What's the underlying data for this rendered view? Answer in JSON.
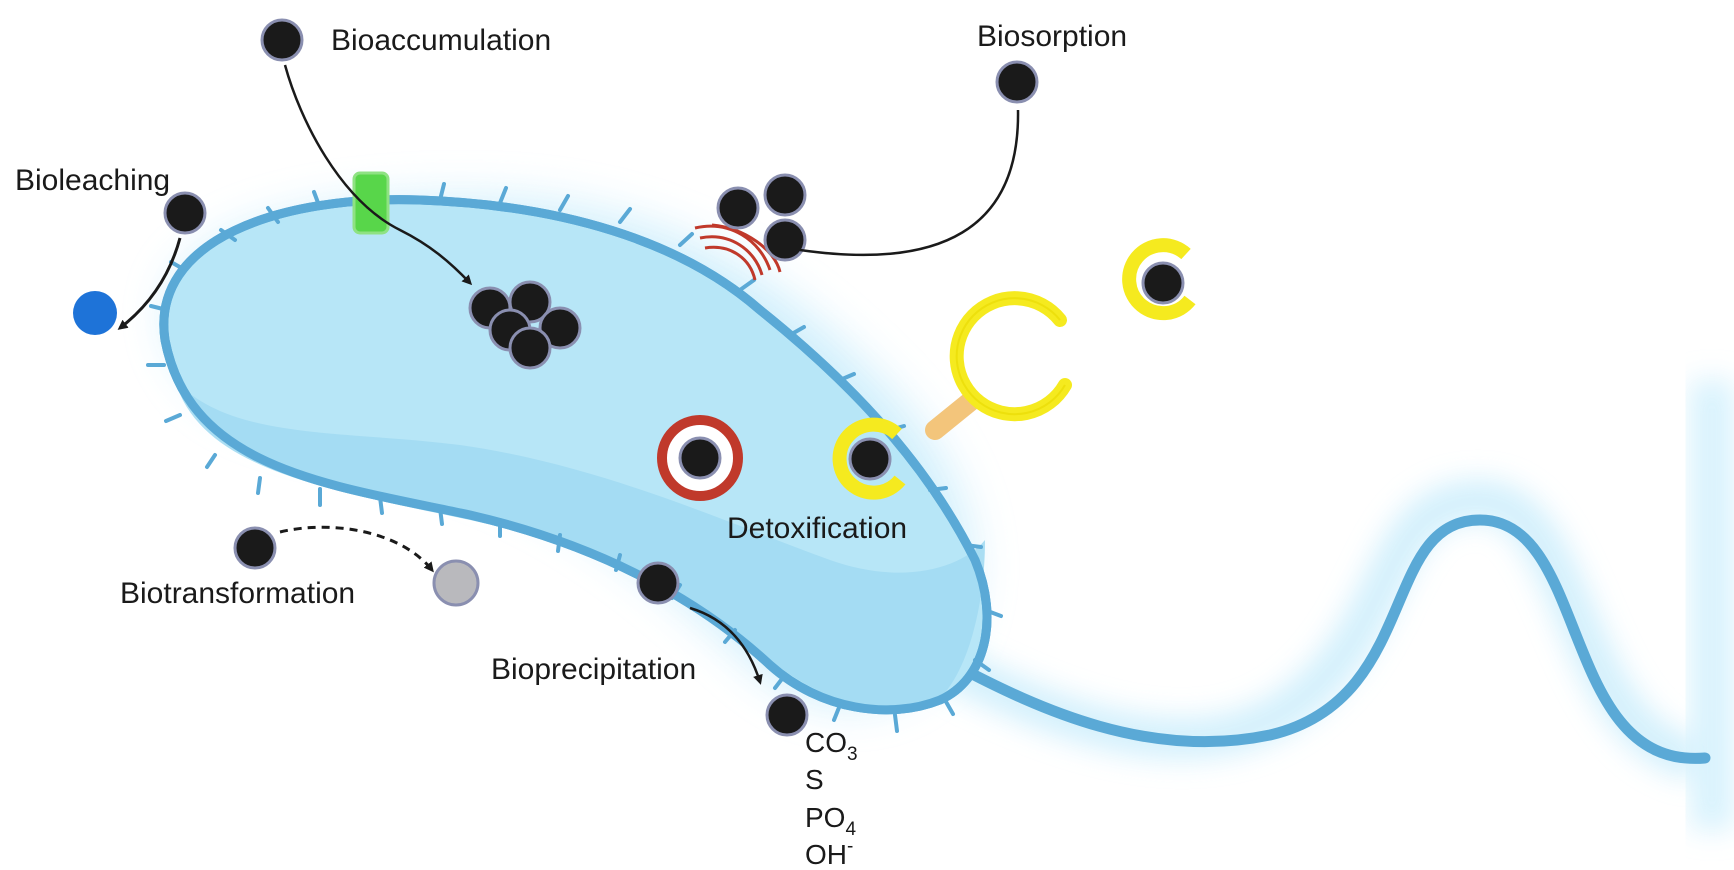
{
  "labels": {
    "bioaccumulation": "Bioaccumulation",
    "biosorption": "Biosorption",
    "bioleaching": "Bioleaching",
    "detoxification": "Detoxification",
    "biotransformation": "Biotransformation",
    "bioprecipitation": "Bioprecipitation"
  },
  "precipitates": {
    "carbonate": {
      "base": "CO",
      "sub": "3"
    },
    "sulfide": {
      "base": "S"
    },
    "phosphate": {
      "base": "PO",
      "sub": "4"
    },
    "hydroxide": {
      "base": "OH",
      "sup": "-"
    }
  },
  "colors": {
    "cell_fill": "#b7e6f7",
    "cell_inner": "#a2daf2",
    "cell_outline": "#5aa9d6",
    "glow": "#cdeefc",
    "metal": "#1a1a1a",
    "metal_ring": "#8a8fb0",
    "transporter": "#58d64a",
    "chelator": "#f5ea1f",
    "vacuole_ring": "#c0392b",
    "bioleached_ion": "#1e73d8",
    "transformed_ion": "#b9b9bd",
    "receptor_stalk": "#f3c57b"
  },
  "icons": [
    "metal-ion-icon",
    "chelator-icon",
    "transporter-icon",
    "sequestration-ring-icon",
    "flagellum-icon",
    "ion-channel-icon"
  ]
}
